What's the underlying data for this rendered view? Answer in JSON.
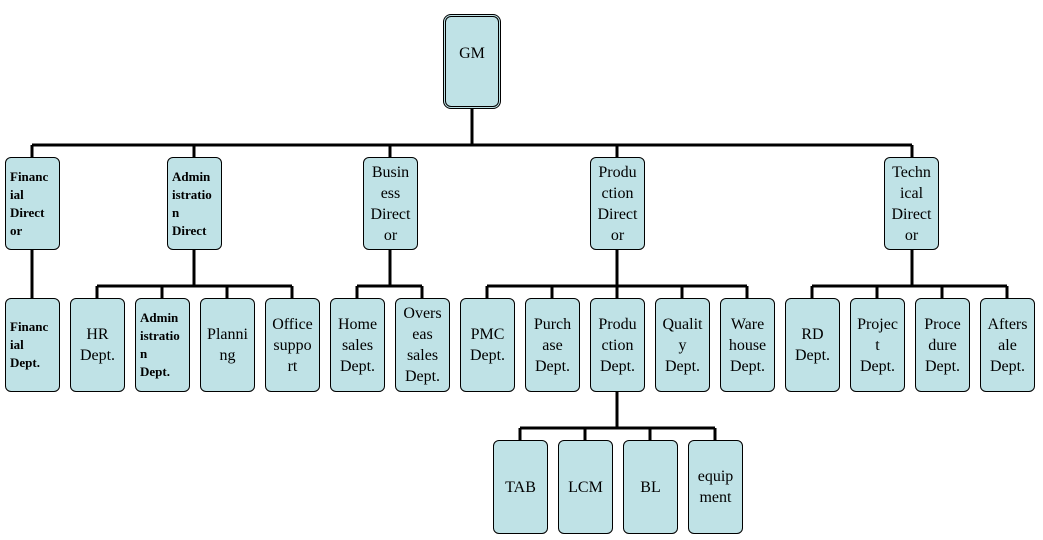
{
  "nodes": {
    "gm": "GM",
    "fin_director": "Financ\nial\nDirect\nor",
    "admin_director": "Admin\nistratio\nn\nDirect",
    "business_director": "Busin\ness\nDirect\nor",
    "production_director": "Produ\nction\nDirect\nor",
    "technical_director": "Techn\nical\nDirect\nor",
    "fin_dept": "Financ\nial\nDept.",
    "hr_dept": "HR\nDept.",
    "admin_dept": "Admin\nistratio\nn\nDept.",
    "planning": "Planni\nng",
    "office_support": "Office\nsuppo\nrt",
    "home_sales": "Home\nsales\nDept.",
    "overseas_sales": "Overs\neas\nsales\nDept.",
    "pmc_dept": "PMC\nDept.",
    "purchase_dept": "Purch\nase\nDept.",
    "production_dept": "Produ\nction\nDept.",
    "quality_dept": "Qualit\ny\nDept.",
    "warehouse_dept": "Ware\nhouse\nDept.",
    "rd_dept": "RD\nDept.",
    "project_dept": "Projec\nt\nDept.",
    "procedure_dept": "Proce\ndure\nDept.",
    "aftersale_dept": "Afters\nale\nDept.",
    "tab": "TAB",
    "lcm": "LCM",
    "bl": "BL",
    "equipment": "equip\nment"
  }
}
